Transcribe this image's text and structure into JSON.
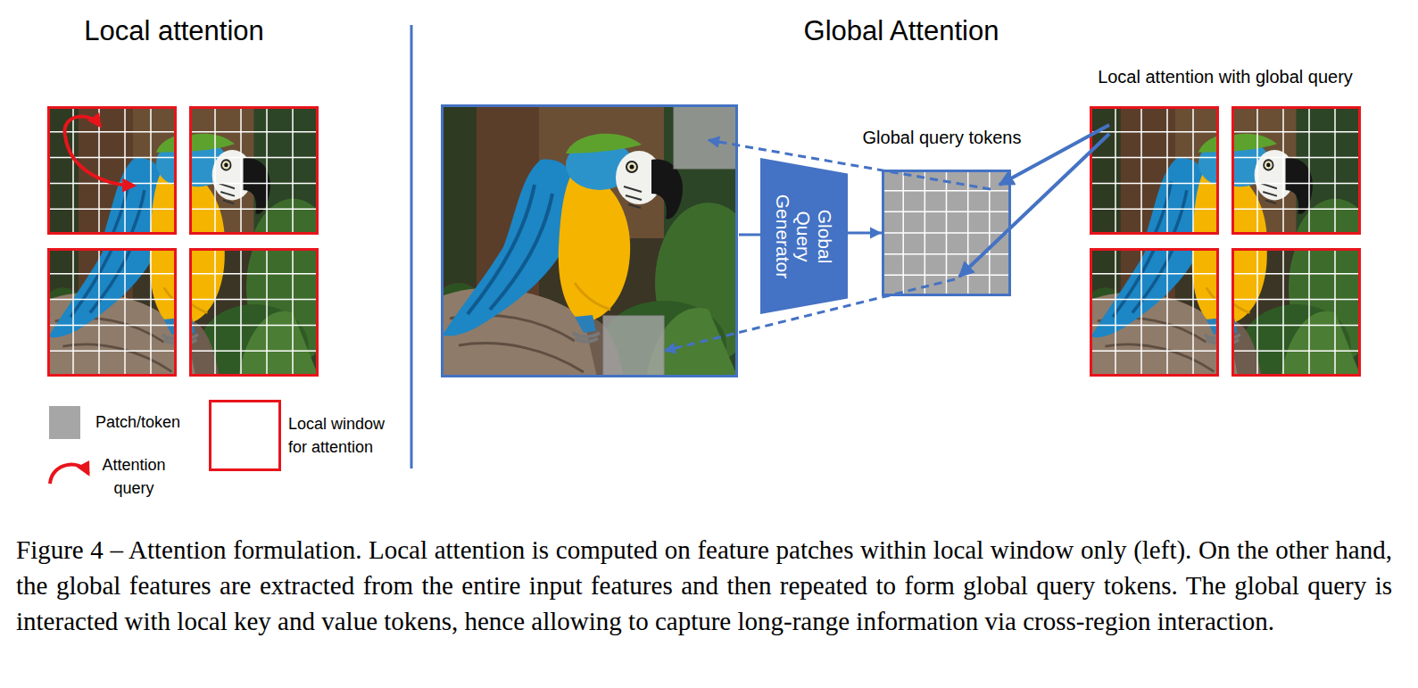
{
  "diagram": {
    "caption": "Figure 4 – Attention formulation. Local attention is computed on feature patches within local window only (left). On the other hand, the global features are extracted from the entire input features and then repeated to form global query tokens. The global query is interacted with local key and value tokens, hence allowing to capture long-range information via cross-region interaction.",
    "nodes": [
      {
        "text": [
          "Global Query Generator"
        ]
      },
      {
        "text": [
          "Global query tokens"
        ]
      }
    ],
    "edges": [
      {
        "from": 0,
        "to": 1,
        "arrow": "to"
      }
    ],
    "labels": [
      "Local attention",
      "Global Attention",
      "Local attention with global query"
    ],
    "legend": [
      {
        "text": "Patch/token",
        "color": "#a6a6a6"
      },
      {
        "text": "Local window for attention"
      },
      {
        "text": "Attention query"
      }
    ]
  }
}
